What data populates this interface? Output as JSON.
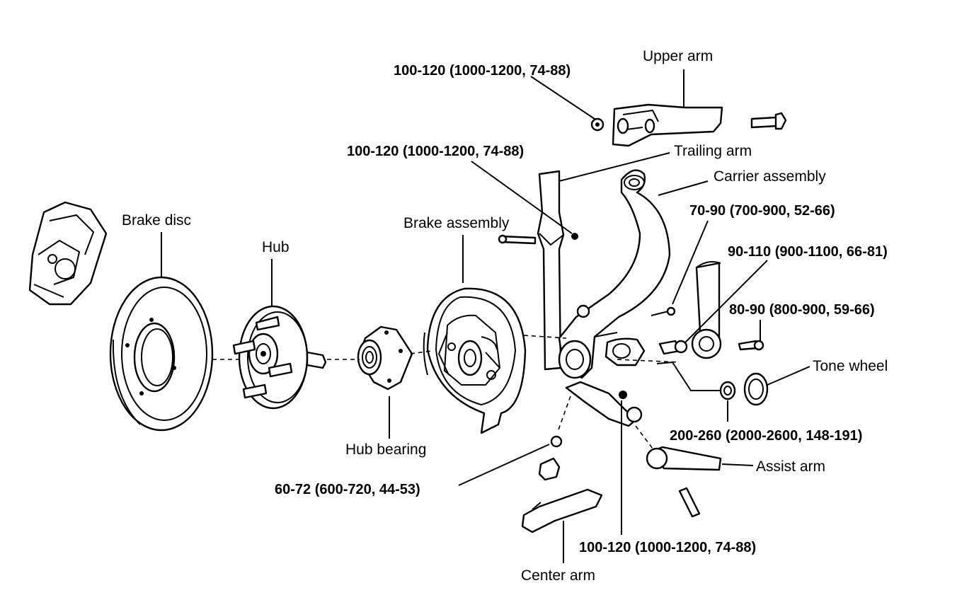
{
  "labels": {
    "upper_arm": "Upper arm",
    "trailing_arm": "Trailing arm",
    "carrier_assembly": "Carrier assembly",
    "brake_disc": "Brake disc",
    "hub": "Hub",
    "brake_assembly": "Brake assembly",
    "hub_bearing": "Hub bearing",
    "tone_wheel": "Tone wheel",
    "assist_arm": "Assist arm",
    "center_arm": "Center arm"
  },
  "torques": {
    "upper_arm_nut": "100-120 (1000-1200, 74-88)",
    "trailing_arm_bolt": "100-120 (1000-1200, 74-88)",
    "carrier_bolt": "70-90 (700-900, 52-66)",
    "bushing_bolt": "90-110 (900-1100, 66-81)",
    "knuckle_bolt": "80-90 (800-900, 59-66)",
    "hub_nut": "200-260 (2000-2600, 148-191)",
    "center_arm_nut": "60-72 (600-720, 44-53)",
    "lower_nut": "100-120 (1000-1200, 74-88)"
  }
}
